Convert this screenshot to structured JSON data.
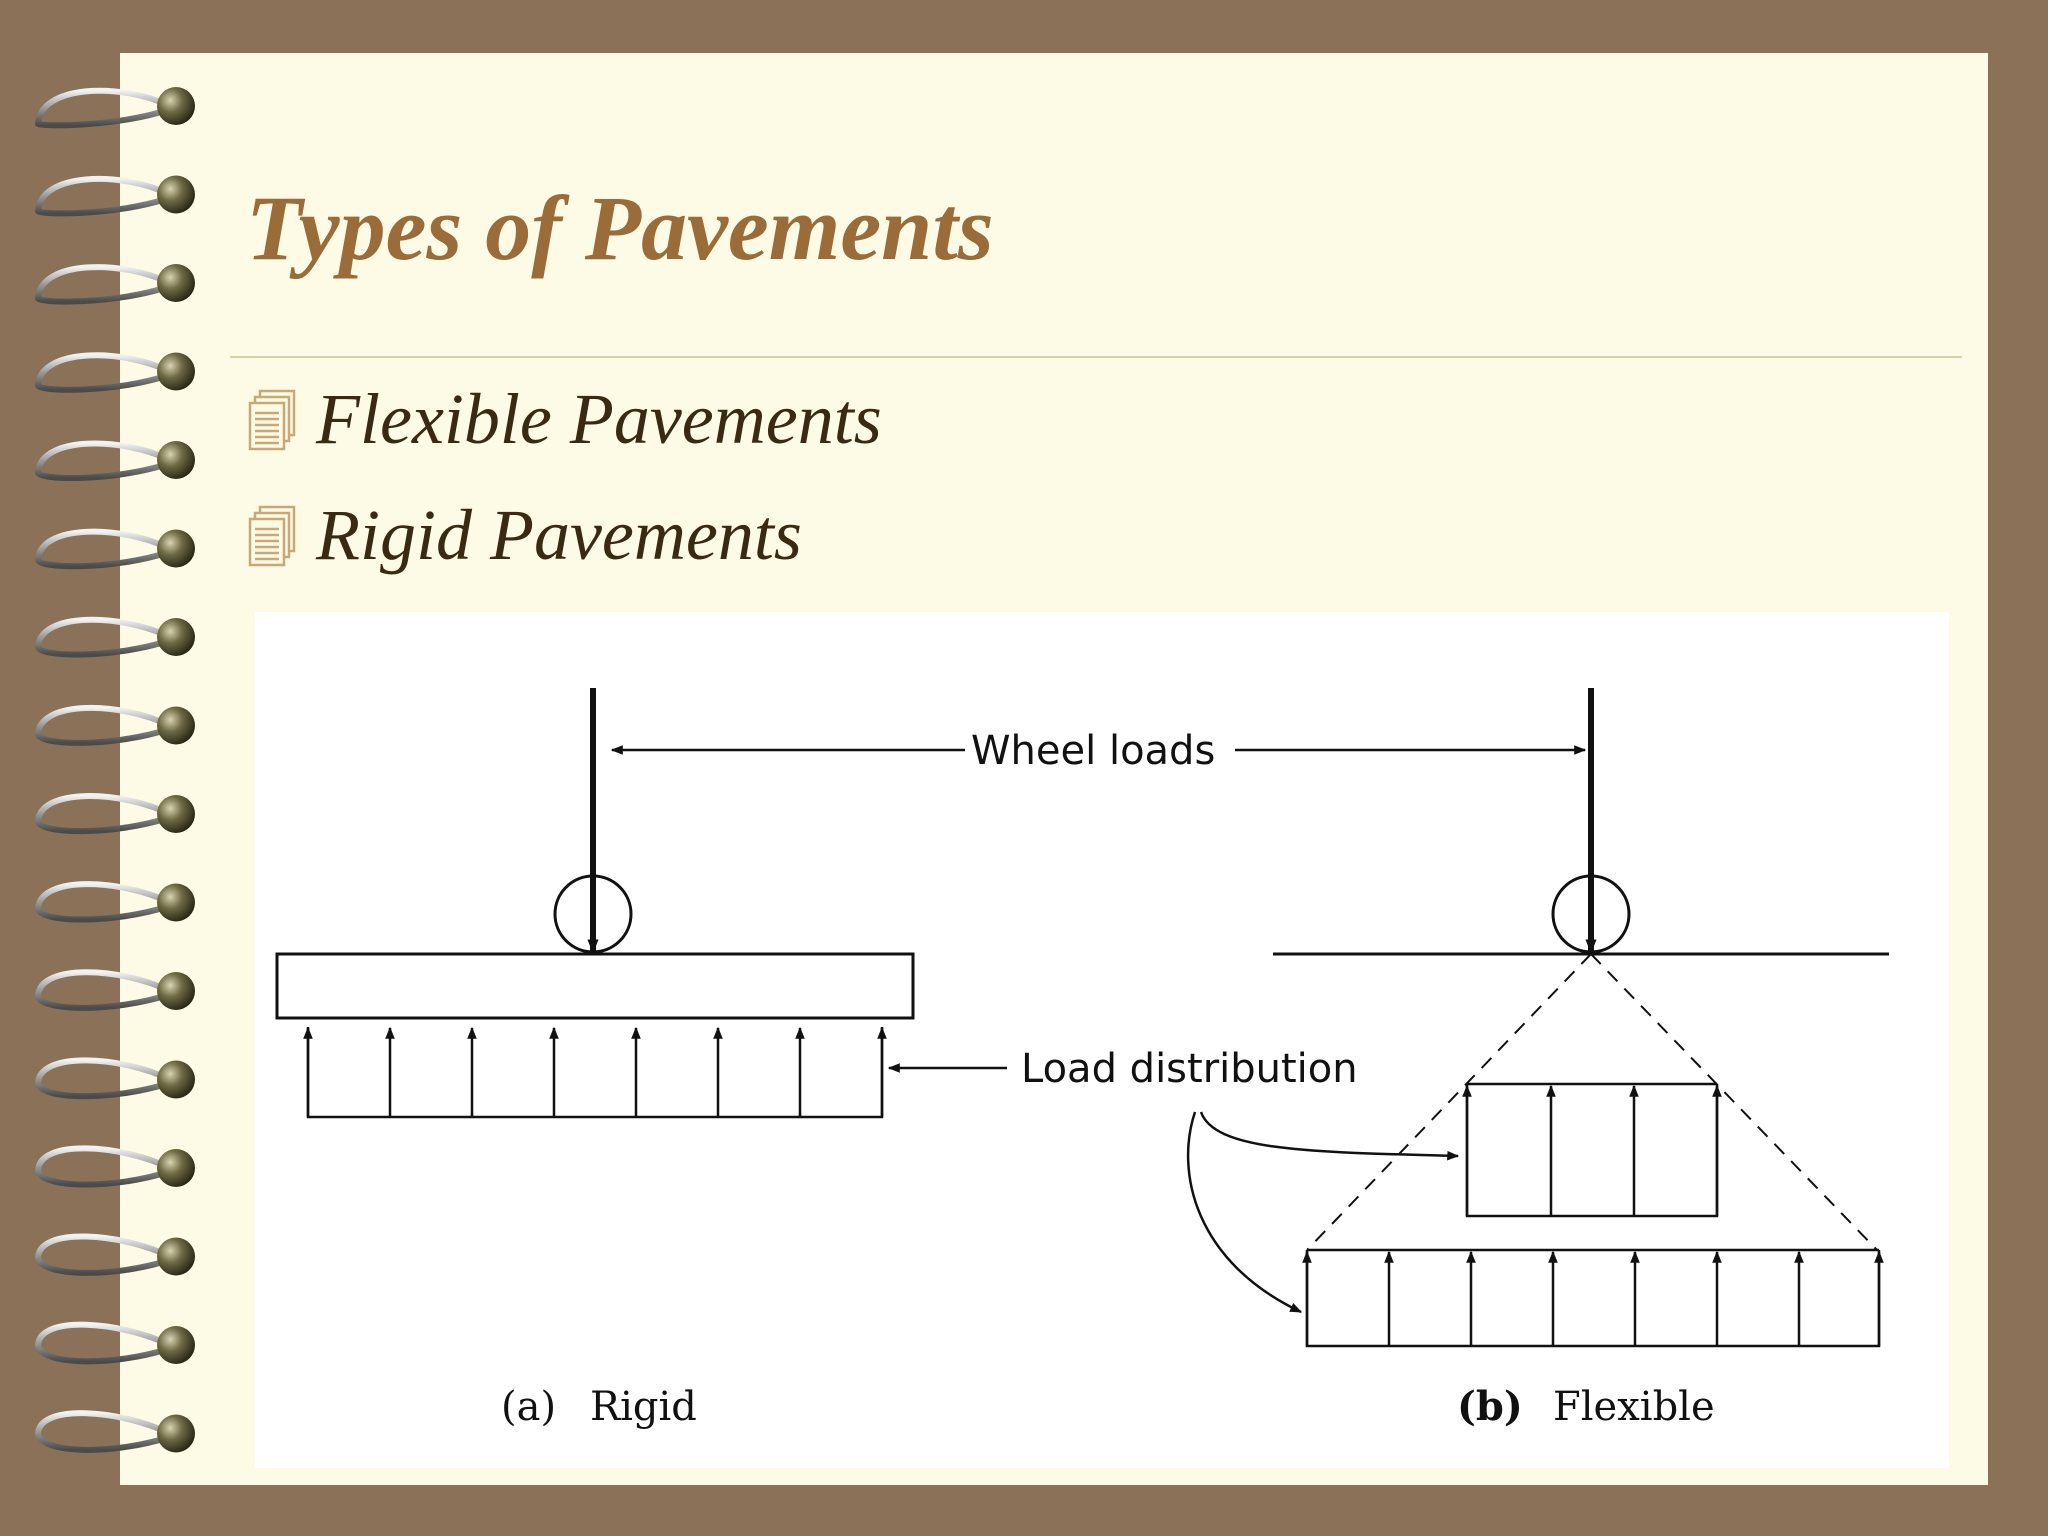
{
  "slide": {
    "title": "Types of Pavements",
    "bullets": [
      {
        "text": "Flexible Pavements",
        "icon": "document-stack-icon"
      },
      {
        "text": "Rigid Pavements",
        "icon": "document-stack-icon"
      }
    ]
  },
  "diagram": {
    "wheel_loads_label": "Wheel loads",
    "load_distribution_label": "Load distribution",
    "rigid_caption_letter": "(a)",
    "rigid_caption": "Rigid",
    "flexible_caption_letter": "(b)",
    "flexible_caption": "Flexible"
  },
  "colors": {
    "background": "#8a7157",
    "page": "#fdfbe5",
    "title": "#9a6c3a",
    "text": "#3a2a14",
    "diagram_ink": "#111111"
  }
}
